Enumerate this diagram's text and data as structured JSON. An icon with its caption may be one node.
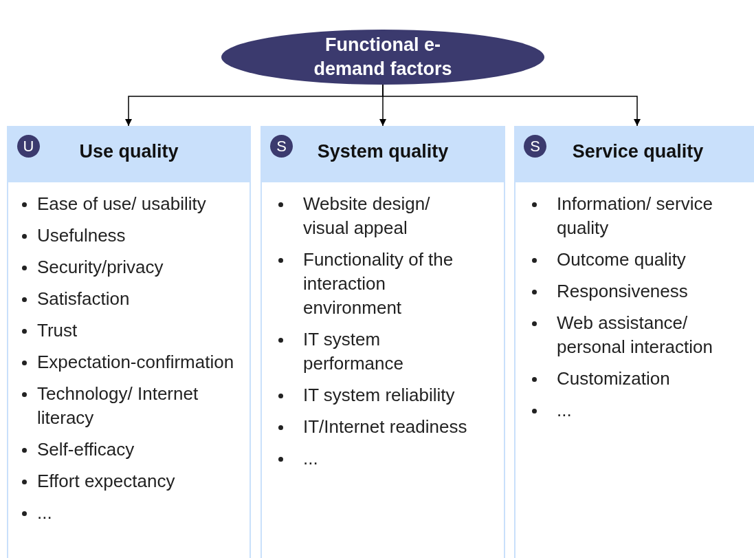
{
  "diagram": {
    "nodes": [
      {
        "text": [
          "Functional e-demand factors"
        ]
      },
      {
        "text": [
          "U",
          "Use quality",
          "Ease of use/ usability",
          "Usefulness",
          "Security/privacy",
          "Satisfaction",
          "Trust",
          "Expectation-confirmation",
          "Technology/ Internet literacy",
          "Self-efficacy",
          "Effort expectancy",
          "..."
        ]
      },
      {
        "text": [
          "S",
          "System quality",
          "Website design/ visual appeal",
          "Functionality of the interaction environment",
          "IT system performance",
          "IT system reliability",
          "IT/Internet readiness",
          "..."
        ]
      },
      {
        "text": [
          "S",
          "Service quality",
          "Information/ service quality",
          "Outcome quality",
          "Responsiveness",
          "Web assistance/ personal interaction",
          "Customization",
          "..."
        ]
      }
    ],
    "edges": [
      {
        "from": 0,
        "to": 1,
        "arrow": "to"
      },
      {
        "from": 0,
        "to": 2,
        "arrow": "to"
      },
      {
        "from": 0,
        "to": 3,
        "arrow": "to"
      }
    ]
  }
}
